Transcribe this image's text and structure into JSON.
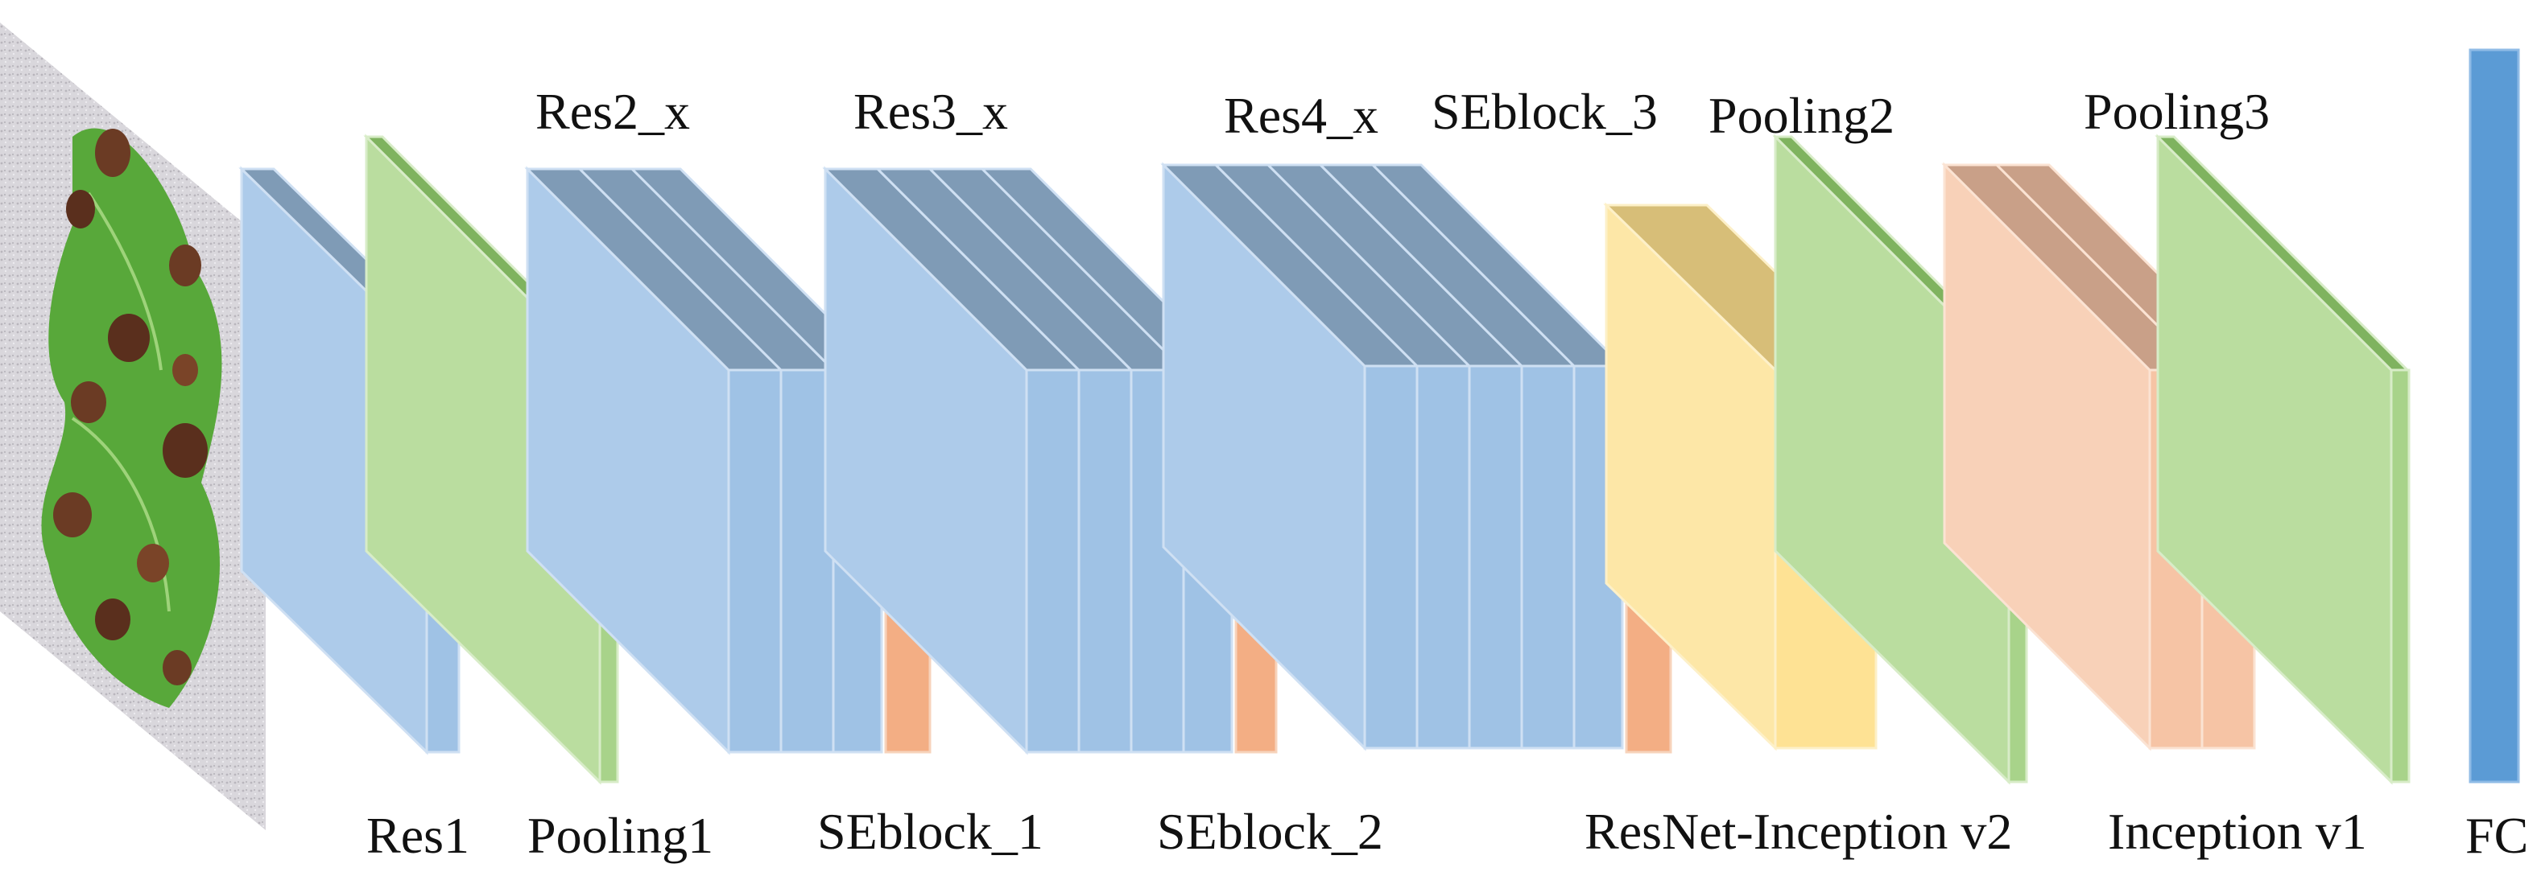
{
  "labels": {
    "top": {
      "res2": "Res2_x",
      "res3": "Res3_x",
      "res4": "Res4_x",
      "seblock3": "SEblock_3",
      "pooling2": "Pooling2",
      "pooling3": "Pooling3"
    },
    "bottom": {
      "res1": "Res1",
      "pooling1": "Pooling1",
      "seblock1": "SEblock_1",
      "seblock2": "SEblock_2",
      "resnet_inception_v2": "ResNet-Inception v2",
      "inception_v1": "Inception v1",
      "fc": "FC"
    }
  },
  "colors": {
    "res_block": "#a9c8e8",
    "pooling": "#b8dba0",
    "seblock": "#f3b086",
    "resnet_inception": "#fde7a6",
    "inception": "#f8d0b6",
    "fc": "#5b9bd5"
  },
  "input_image": "leaf-with-brown-spots"
}
